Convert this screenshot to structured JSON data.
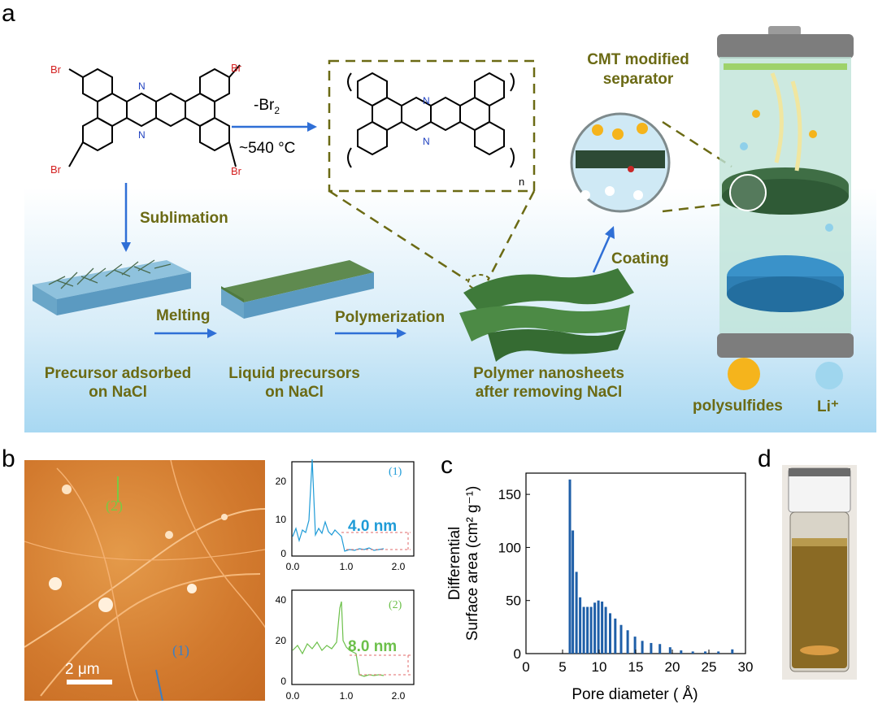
{
  "panels": {
    "a": "a",
    "b": "b",
    "c": "c",
    "d": "d"
  },
  "panel_a": {
    "br_label": "Br",
    "n_label": "N",
    "n_subscript": "n",
    "reaction_top": "-Br",
    "reaction_top_sub": "2",
    "reaction_bottom": "~540 °C",
    "cmt_title_line1": "CMT modified",
    "cmt_title_line2": "separator",
    "sublimation": "Sublimation",
    "melting": "Melting",
    "polymerization": "Polymerization",
    "coating": "Coating",
    "caption1_line1": "Precursor adsorbed",
    "caption1_line2": "on NaCl",
    "caption2_line1": "Liquid precursors",
    "caption2_line2": "on NaCl",
    "caption3_line1": "Polymer nanosheets",
    "caption3_line2": "after removing NaCl",
    "legend_polysulfides": "polysulfides",
    "legend_li": "Li⁺"
  },
  "panel_b": {
    "scale_bar": "2 μm",
    "marker1": "(1)",
    "marker2": "(2)",
    "profile1": {
      "label": "(1)",
      "height": "4.0 nm",
      "color": "#1e9bd7",
      "yticks": [
        "0",
        "10",
        "20"
      ],
      "xticks": [
        "0.0",
        "1.0",
        "2.0"
      ]
    },
    "profile2": {
      "label": "(2)",
      "height": "8.0 nm",
      "color": "#6cc04a",
      "yticks": [
        "0",
        "20",
        "40"
      ],
      "xticks": [
        "0.0",
        "1.0",
        "2.0"
      ]
    }
  },
  "chart_data": {
    "type": "bar",
    "title": "",
    "xlabel": "Pore diameter ( Å)",
    "ylabel_line1": "Differential",
    "ylabel_line2": "Surface area (cm² g⁻¹)",
    "xlim": [
      0,
      30
    ],
    "ylim": [
      0,
      170
    ],
    "xticks": [
      "0",
      "5",
      "10",
      "15",
      "20",
      "25",
      "30"
    ],
    "yticks": [
      "0",
      "50",
      "100",
      "150"
    ],
    "bar_color": "#1f5fa8",
    "x": [
      6.0,
      6.4,
      6.9,
      7.4,
      7.9,
      8.4,
      8.9,
      9.4,
      9.9,
      10.4,
      10.9,
      11.5,
      12.2,
      13.0,
      13.9,
      14.9,
      15.9,
      17.1,
      18.3,
      19.7,
      21.2,
      22.8,
      24.5,
      26.3,
      28.2
    ],
    "values": [
      164,
      116,
      77,
      53,
      44,
      44,
      44,
      48,
      50,
      49,
      44,
      38,
      33,
      27,
      22,
      16,
      12,
      10,
      9,
      6,
      3,
      2,
      2,
      2,
      4
    ]
  }
}
